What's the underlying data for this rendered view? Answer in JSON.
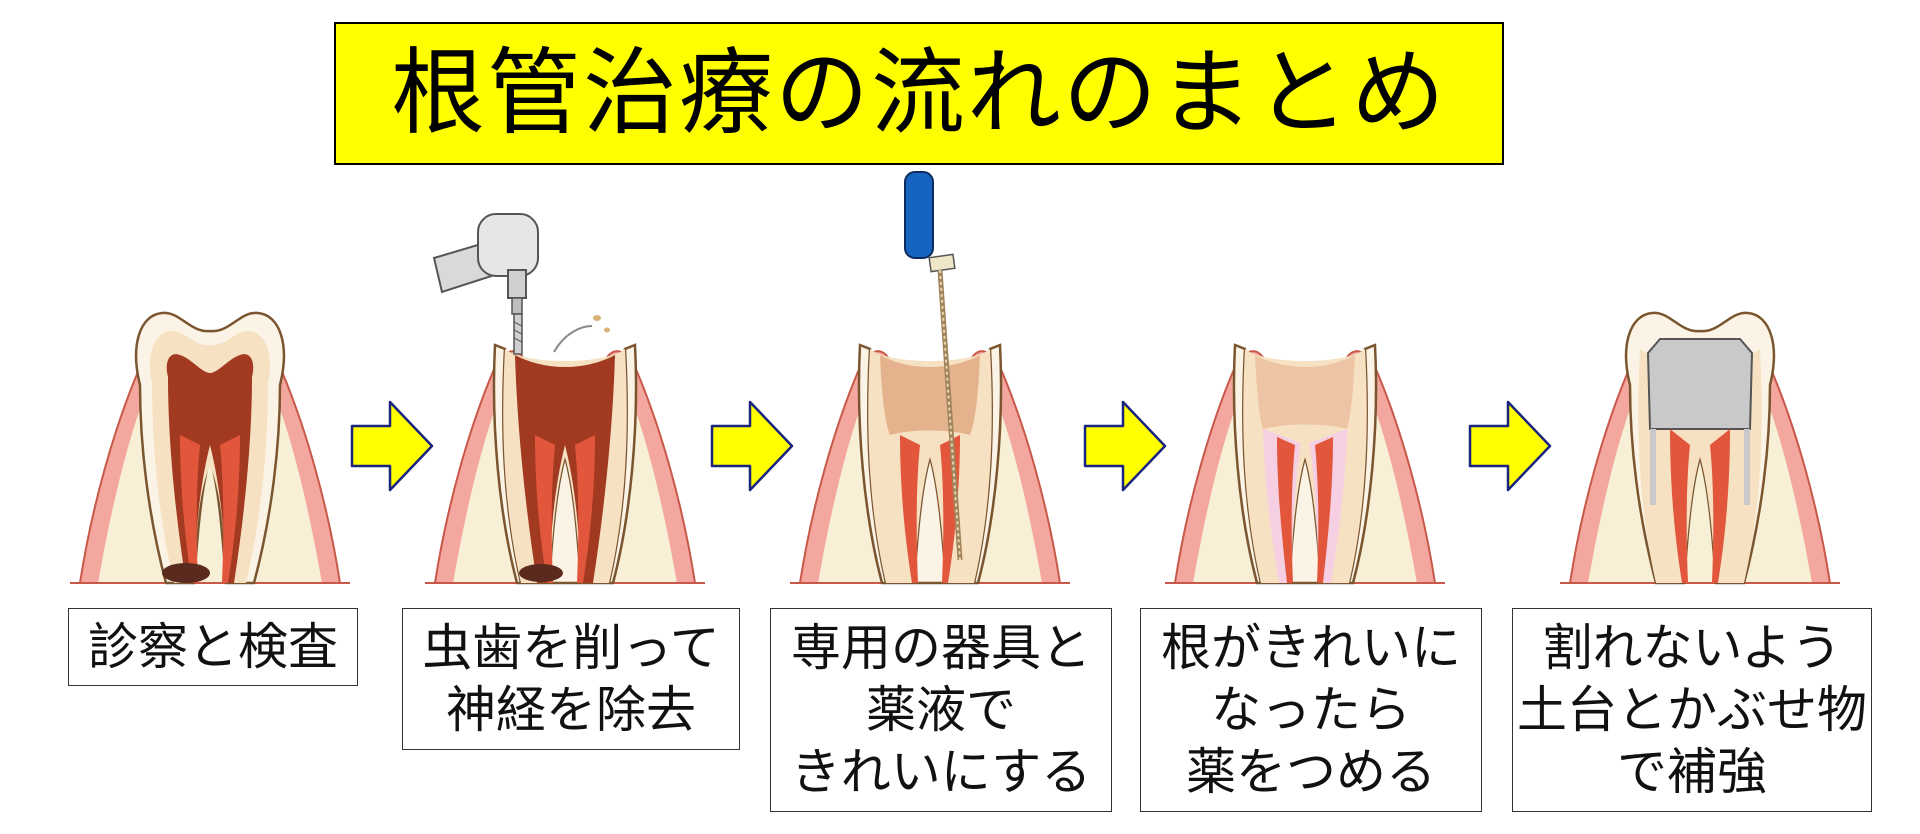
{
  "title": "根管治療の流れのまとめ",
  "steps": [
    {
      "lines": [
        "診察と検査"
      ],
      "icon": "tooth-with-abscess"
    },
    {
      "lines": [
        "虫歯を削って",
        "神経を除去"
      ],
      "icon": "dental-drill"
    },
    {
      "lines": [
        "専用の器具と",
        "薬液で",
        "きれいにする"
      ],
      "icon": "root-canal-file"
    },
    {
      "lines": [
        "根がきれいに",
        "なったら",
        "薬をつめる"
      ],
      "icon": "filled-root-canal"
    },
    {
      "lines": [
        "割れないよう",
        "土台とかぶせ物",
        "で補強"
      ],
      "icon": "crowned-tooth"
    }
  ],
  "colors": {
    "title_bg": "#ffff00",
    "arrow_fill": "#ffff00",
    "arrow_stroke": "#1a237e",
    "gum": "#f3a79e",
    "bone": "#f7efd6",
    "enamel": "#fbf4e6",
    "dentin": "#f6e2c3",
    "pulp_infected": "#a23a22",
    "pulp_root": "#e2563b",
    "medicine": "#f6cfe2",
    "post": "#c9c9c9",
    "file_handle": "#1565c0"
  }
}
